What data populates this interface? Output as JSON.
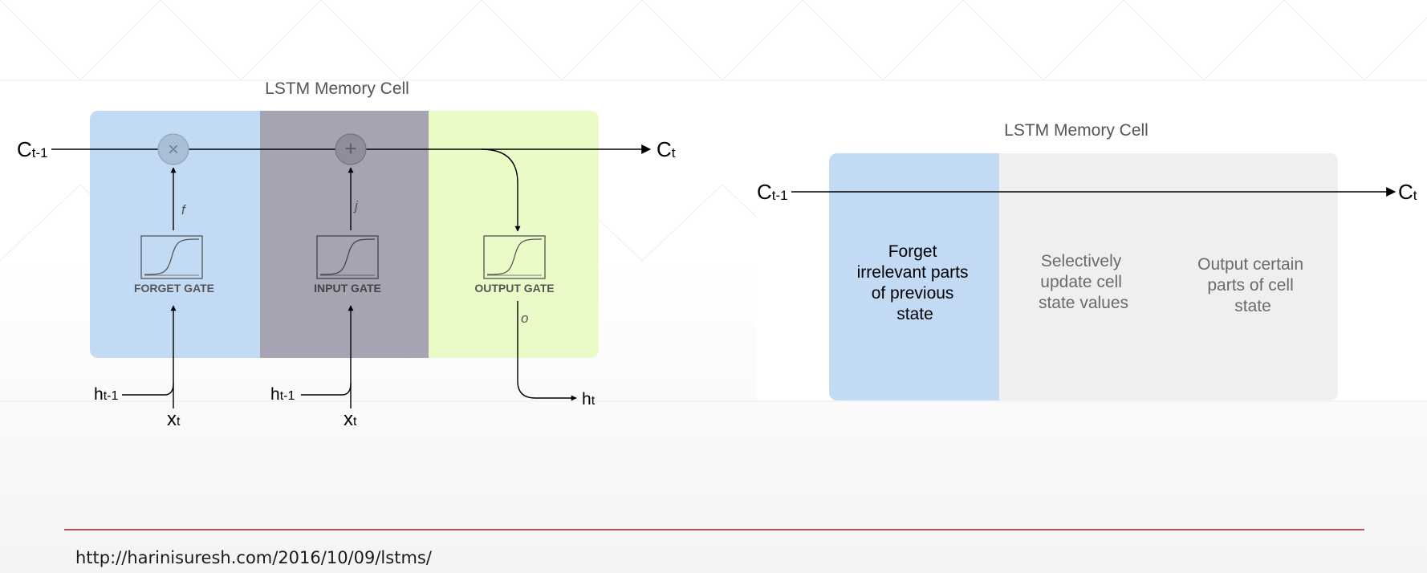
{
  "source_url": "http://harinisuresh.com/2016/10/09/lstms/",
  "left_diagram": {
    "title": "LSTM Memory Cell",
    "input_state": {
      "main": "C",
      "sub": "t-1"
    },
    "output_state": {
      "main": "C",
      "sub": "t"
    },
    "hidden_in": {
      "main": "h",
      "sub": "t-1"
    },
    "x_in": {
      "main": "x",
      "sub": "t"
    },
    "hidden_out": {
      "main": "h",
      "sub": "t"
    },
    "gates": [
      {
        "label": "FORGET GATE",
        "signal": "f",
        "operator": "×",
        "color": "#c3daf4"
      },
      {
        "label": "INPUT GATE",
        "signal": "j",
        "operator": "+",
        "color": "#a6a4b3"
      },
      {
        "label": "OUTPUT GATE",
        "signal": "o",
        "color": "#e9fcc8"
      }
    ]
  },
  "right_diagram": {
    "title": "LSTM Memory Cell",
    "input_state": {
      "main": "C",
      "sub": "t-1"
    },
    "output_state": {
      "main": "C",
      "sub": "t"
    },
    "descriptions": [
      {
        "lines": [
          "Forget",
          "irrelevant parts",
          "of previous",
          "state"
        ],
        "color": "#c3daf4",
        "highlighted": true
      },
      {
        "lines": [
          "Selectively",
          "update cell",
          "state values"
        ],
        "color": "#efefef",
        "highlighted": false
      },
      {
        "lines": [
          "Output certain",
          "parts of cell",
          "state"
        ],
        "color": "#efefef",
        "highlighted": false
      }
    ]
  }
}
